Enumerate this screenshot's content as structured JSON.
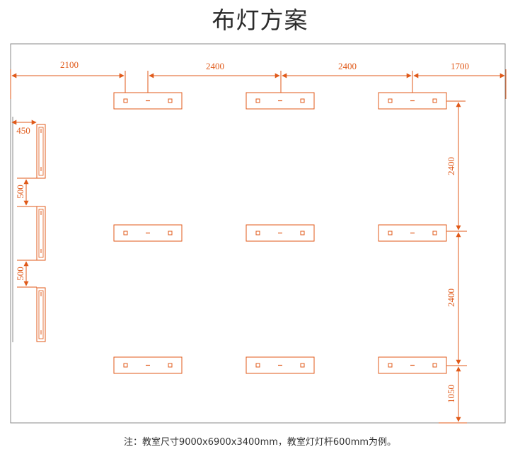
{
  "title": "布灯方案",
  "note": "注：教室尺寸9000x6900x3400mm，教室灯灯杆600mm为例。",
  "colors": {
    "accent": "#e05a1a",
    "border": "#777777",
    "text": "#333333"
  },
  "dimensions": {
    "top": [
      "2100",
      "2400",
      "2400",
      "1700"
    ],
    "right": [
      "2400",
      "2400",
      "1050"
    ],
    "left_offset": "450",
    "left_gaps": [
      "500",
      "500"
    ]
  },
  "ceiling_lights": {
    "rows": 3,
    "columns": 3
  },
  "blackboard_lights": {
    "count": 3
  }
}
